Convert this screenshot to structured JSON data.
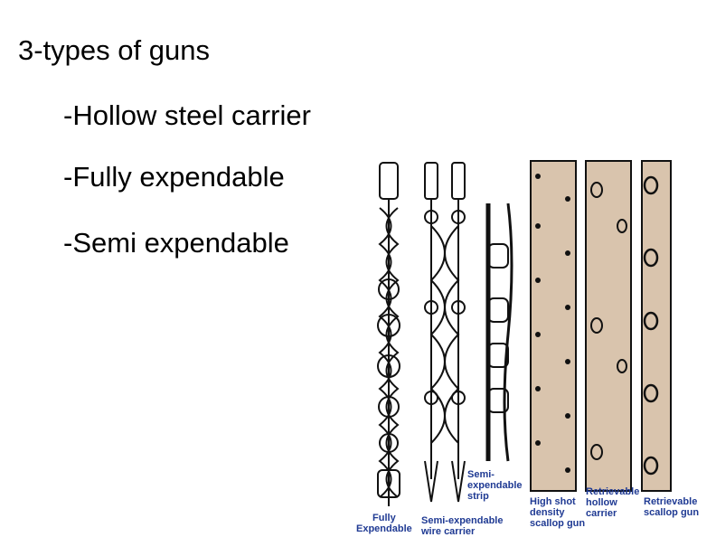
{
  "slide": {
    "title": "3-types of guns",
    "bullets": [
      "-Hollow steel carrier",
      "-Fully expendable",
      "-Semi expendable"
    ]
  },
  "figure": {
    "labels": {
      "fully_expendable": "Fully\nExpendable",
      "semi_wire": "Semi-expendable\nwire carrier",
      "semi_strip": "Semi-\nexpendable\nstrip",
      "high_shot": "High shot\ndensity\nscallop gun",
      "retrievable_hollow": "Retrievable\nhollow\ncarrier",
      "retrievable_scallop": "Retrievable\nscallop gun"
    },
    "colors": {
      "label": "#1f3a93",
      "carrier_fill": "#d9c4ad",
      "ink": "#111111"
    }
  }
}
